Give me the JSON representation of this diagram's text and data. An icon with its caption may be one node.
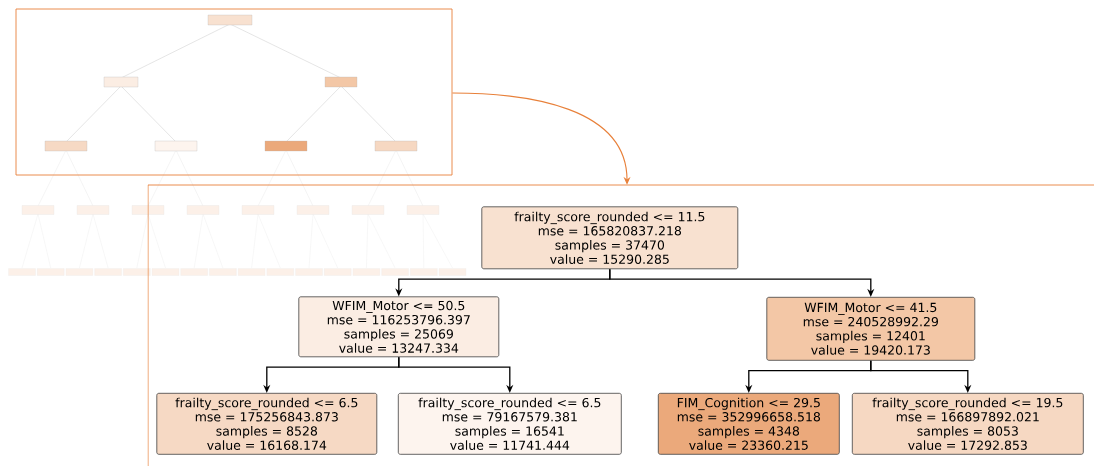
{
  "diagram": {
    "nodes": [
      {
        "text": [],
        "shape": "box"
      },
      {
        "text": [],
        "shape": "box"
      },
      {
        "text": [
          "frailty_score_rounded <= 11.5",
          "mse = 165820837.218",
          "samples = 37470",
          "value = 15290.285"
        ],
        "in": 1
      },
      {
        "text": [
          "WFIM_Motor <= 50.5",
          "mse = 116253796.397",
          "samples = 25069",
          "value = 13247.334"
        ],
        "in": 1
      },
      {
        "text": [
          "WFIM_Motor <= 41.5",
          "mse = 240528992.29",
          "samples = 12401",
          "value = 19420.173"
        ],
        "in": 1
      },
      {
        "text": [
          "frailty_score_rounded <= 6.5",
          "mse = 175256843.873",
          "samples = 8528",
          "value = 16168.174"
        ],
        "in": 1
      },
      {
        "text": [
          "frailty_score_rounded <= 6.5",
          "mse = 79167579.381",
          "samples = 16541",
          "value = 11741.444"
        ],
        "in": 1
      },
      {
        "text": [
          "FIM_Cognition <= 29.5",
          "mse = 352996658.518",
          "samples = 4348",
          "value = 23360.215"
        ],
        "in": 1
      },
      {
        "text": [
          "frailty_score_rounded <= 19.5",
          "mse = 166897892.021",
          "samples = 8053",
          "value = 17292.853"
        ],
        "in": 1
      }
    ],
    "edges": [
      {
        "from": 0,
        "to": 1,
        "arrow": "to",
        "color": "#e8803a"
      },
      {
        "from": 2,
        "to": 3,
        "arrow": "to"
      },
      {
        "from": 2,
        "to": 4,
        "arrow": "to"
      },
      {
        "from": 3,
        "to": 5,
        "arrow": "to"
      },
      {
        "from": 3,
        "to": 6,
        "arrow": "to"
      },
      {
        "from": 4,
        "to": 7,
        "arrow": "to"
      },
      {
        "from": 4,
        "to": 8,
        "arrow": "to"
      }
    ]
  }
}
